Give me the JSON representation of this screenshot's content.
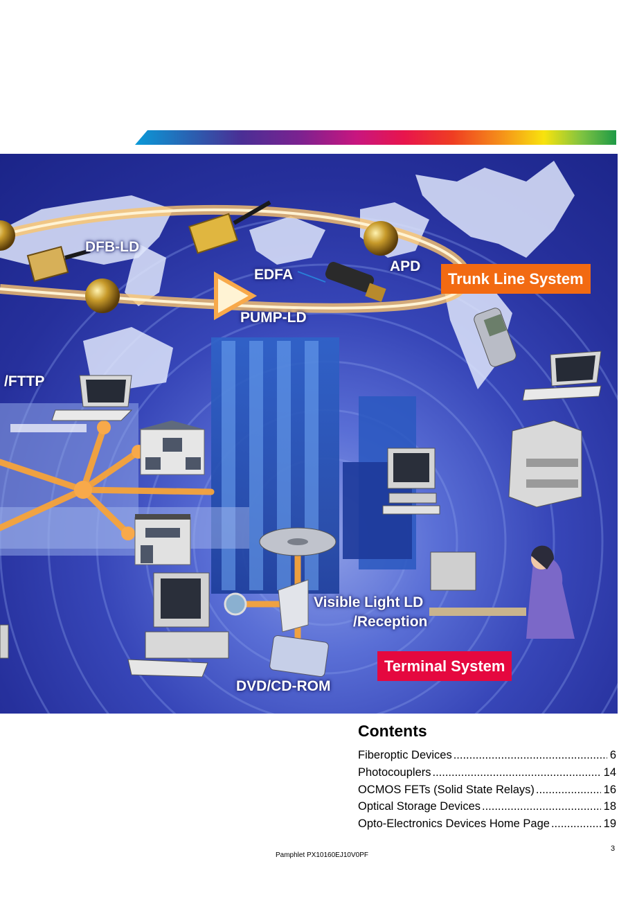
{
  "hero": {
    "labels": {
      "dfb_ld": "DFB-LD",
      "edfa": "EDFA",
      "apd": "APD",
      "pump_ld": "PUMP-LD",
      "fttp": "/FTTP",
      "visible_light_ld": "Visible Light LD",
      "reception": "/Reception",
      "dvd_cd_rom": "DVD/CD-ROM"
    },
    "badges": {
      "trunk": "Trunk Line System",
      "terminal": "Terminal System"
    },
    "colors": {
      "trunk_badge": "#f26a12",
      "terminal_badge": "#e5083f",
      "fiber": "#f7a43a"
    }
  },
  "contents": {
    "heading": "Contents",
    "items": [
      {
        "title": "Fiberoptic Devices",
        "page": "6"
      },
      {
        "title": "Photocouplers",
        "page": "14"
      },
      {
        "title": "OCMOS FETs (Solid State Relays)",
        "page": "16"
      },
      {
        "title": "Optical Storage Devices",
        "page": "18"
      },
      {
        "title": "Opto-Electronics Devices Home Page",
        "page": "19"
      }
    ]
  },
  "footer": {
    "pamphlet": "Pamphlet  PX10160EJ10V0PF",
    "page_number": "3"
  }
}
